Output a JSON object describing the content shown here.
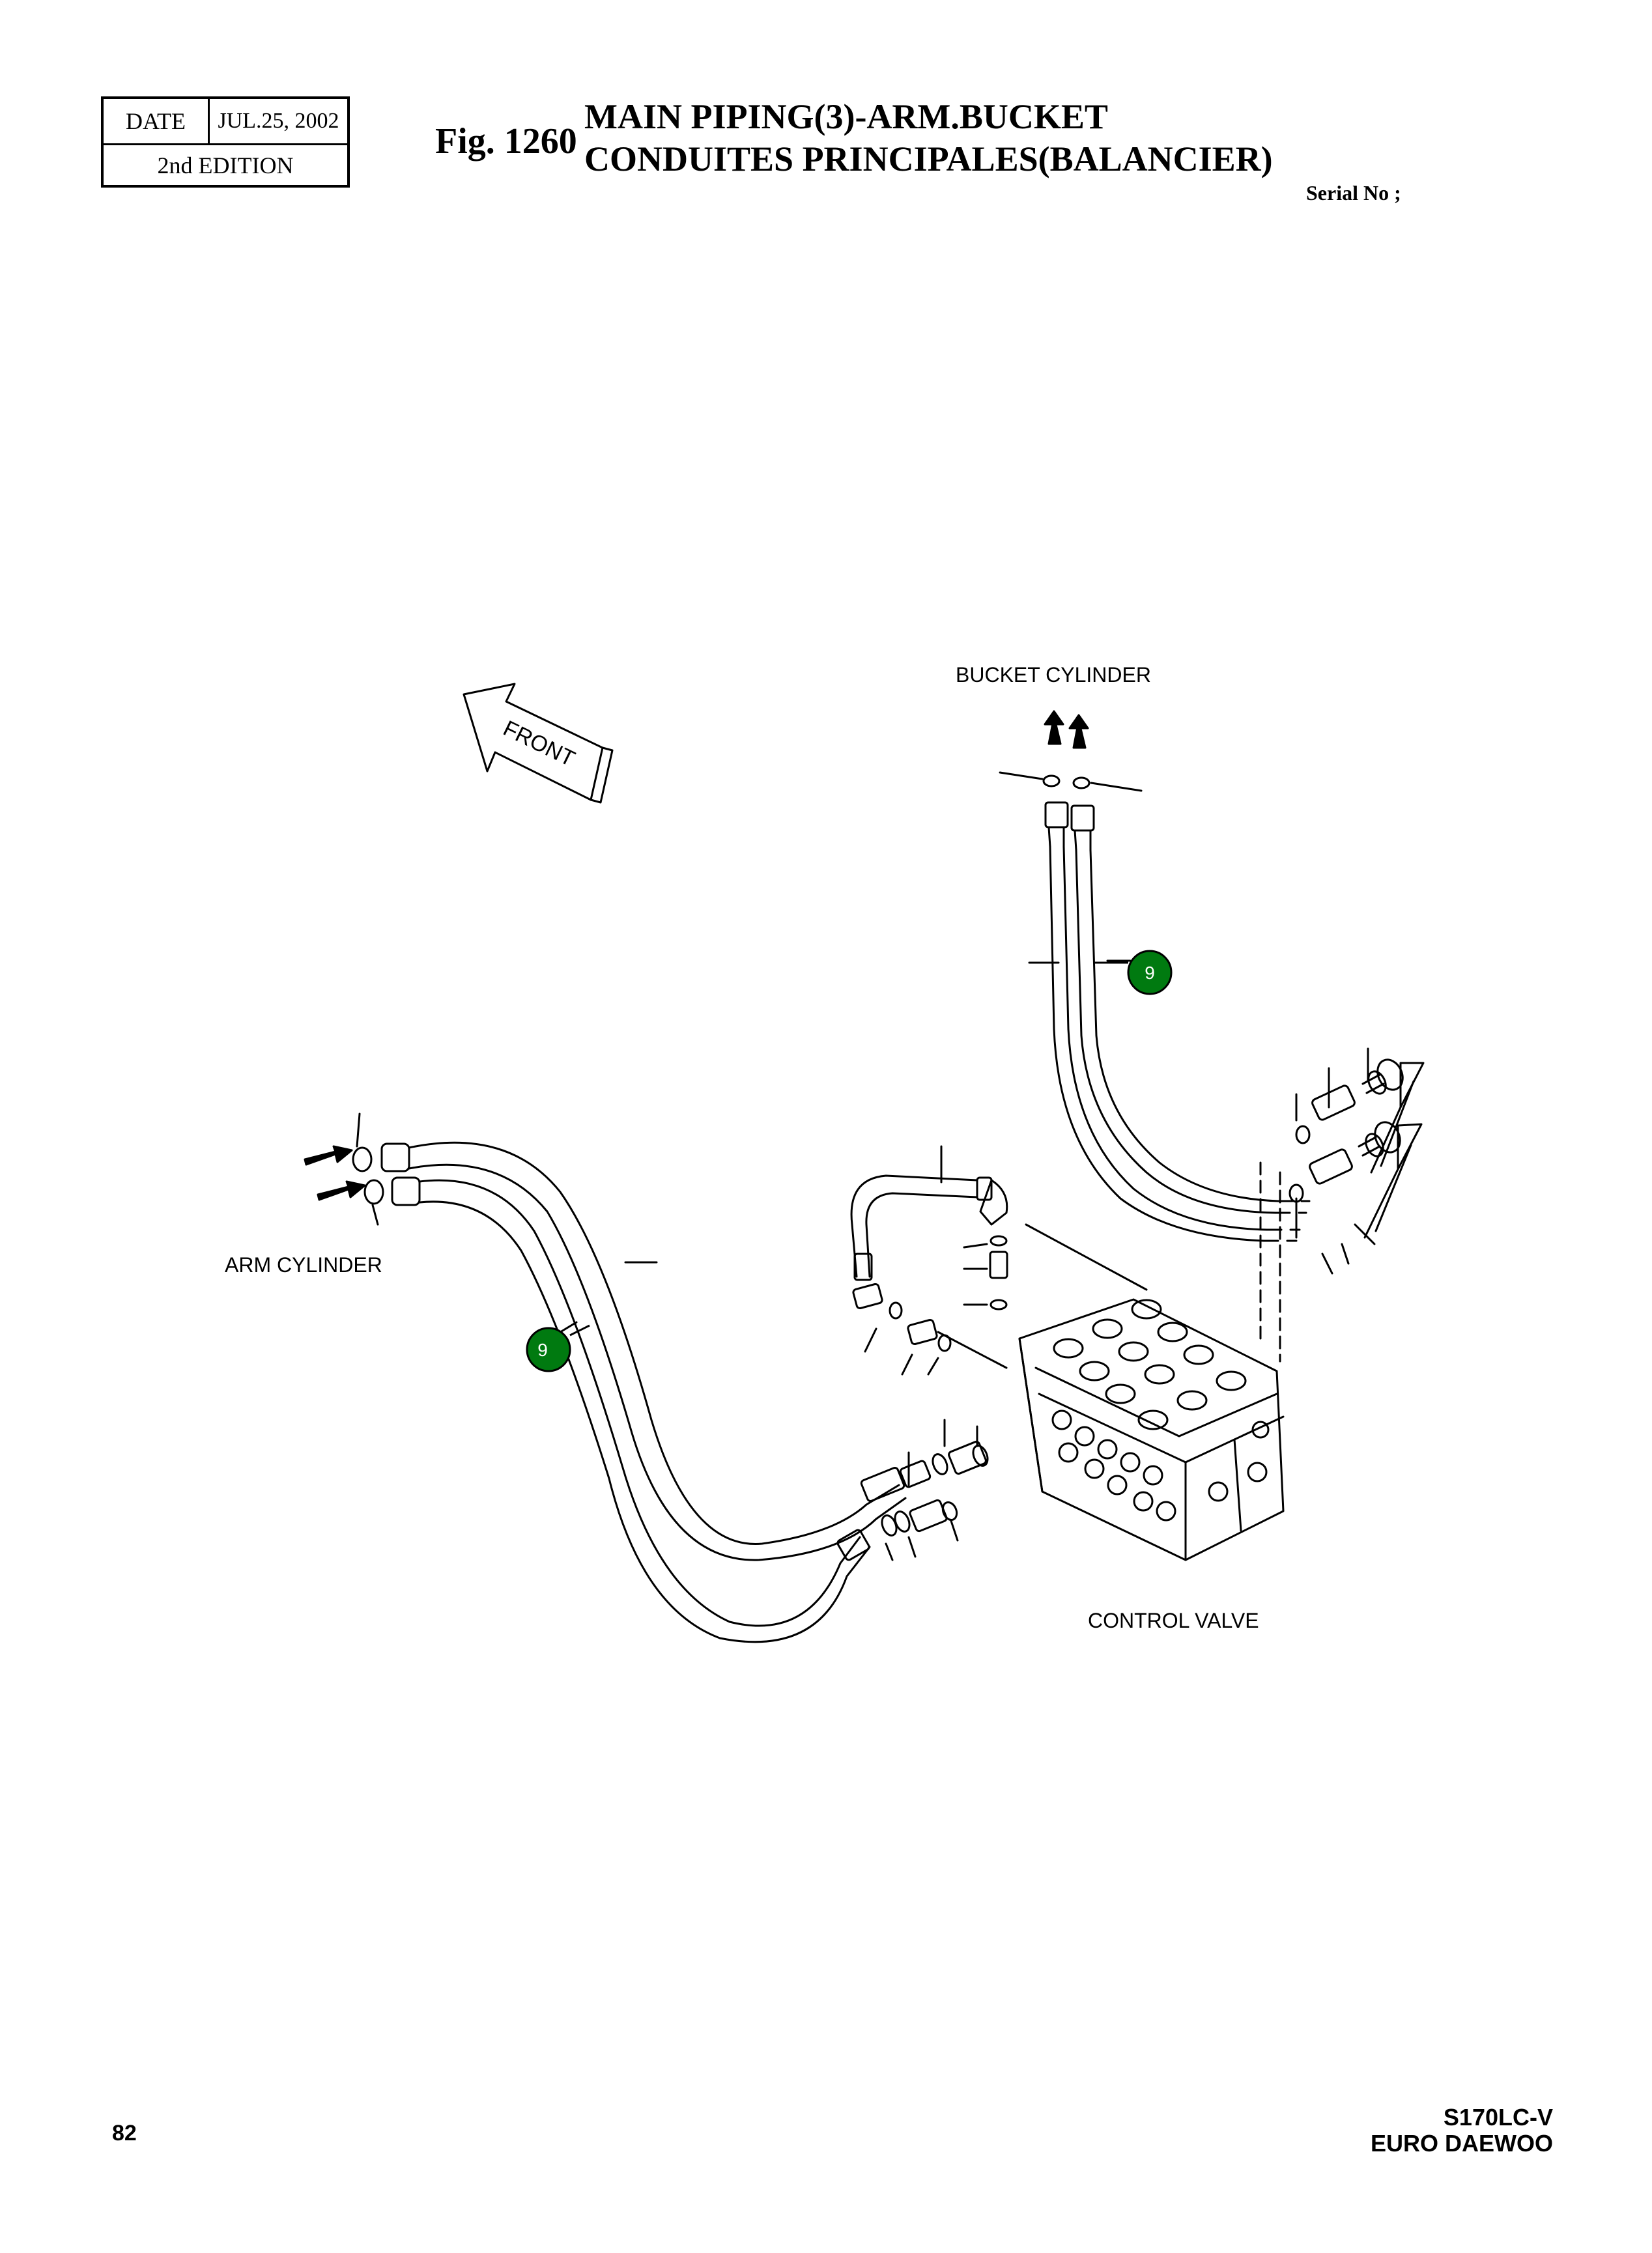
{
  "header": {
    "date_label": "DATE",
    "date_value": "JUL.25, 2002",
    "edition": "2nd  EDITION",
    "fig_number": "Fig. 1260",
    "title_en": "MAIN PIPING(3)-ARM.BUCKET",
    "title_fr": "CONDUITES PRINCIPALES(BALANCIER)",
    "serial_label": "Serial No ;"
  },
  "diagram": {
    "front_label": "FRONT",
    "labels": {
      "bucket_cylinder": "BUCKET CYLINDER",
      "arm_cylinder": "ARM CYLINDER",
      "control_valve": "CONTROL VALVE"
    },
    "callouts": [
      {
        "number": "9",
        "color": "#007a10"
      },
      {
        "number": "9",
        "color": "#007a10"
      }
    ]
  },
  "footer": {
    "page_number": "82",
    "model": "S170LC-V",
    "brand": "EURO DAEWOO"
  }
}
